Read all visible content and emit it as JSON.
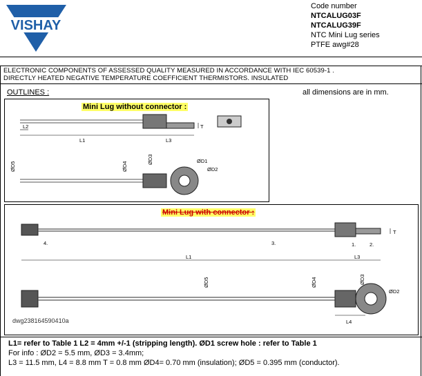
{
  "header": {
    "logo_text": "VISHAY",
    "code_label": "Code number",
    "code_1": "NTCALUG03F",
    "code_2": "NTCALUG39F",
    "series": "NTC Mini Lug series",
    "wire": "PTFE awg#28"
  },
  "standard": {
    "line1": "ELECTRONIC COMPONENTS OF ASSESSED QUALITY MEASURED IN ACCORDANCE WITH IEC 60539-1 .",
    "line2": "DIRECTLY HEATED NEGATIVE TEMPERATURE COEFFICIENT THERMISTORS.  INSULATED"
  },
  "outlines": {
    "label": "OUTLINES :",
    "dims_note": "all dimensions are in mm."
  },
  "drawing1": {
    "title": "Mini Lug without connector :",
    "labels": {
      "l2": "L2",
      "l1": "L1",
      "l3": "L3",
      "t": "T",
      "d5": "ØD5",
      "d4": "ØD4",
      "d3": "ØD3",
      "d1": "ØD1",
      "d2": "ØD2"
    }
  },
  "drawing2": {
    "title": "Mini Lug with connector :",
    "labels": {
      "n4": "4.",
      "n3": "3.",
      "n1": "1.",
      "n2": "2.",
      "l1": "L1",
      "l3": "L3",
      "t": "T",
      "d5": "ØD5",
      "d4": "ØD4",
      "d3": "ØD3",
      "d2": "ØD2",
      "l4": "L4"
    },
    "dwg_no": "dwg238164590410a"
  },
  "footer": {
    "line1": "L1= refer to Table 1      L2 = 4mm +/-1 (stripping length).    ØD1 screw hole : refer to Table 1",
    "line2": "For info :  ØD2 = 5.5 mm,  ØD3 = 3.4mm;",
    "line3": "L3 = 11.5 mm,  L4 =  8.8 mm        T = 0.8  mm       ØD4= 0.70 mm (insulation); ØD5 = 0.395 mm (conductor)."
  },
  "colors": {
    "logo_blue": "#1f5fa8",
    "highlight": "#ffff66",
    "strike": "#cc0000"
  }
}
